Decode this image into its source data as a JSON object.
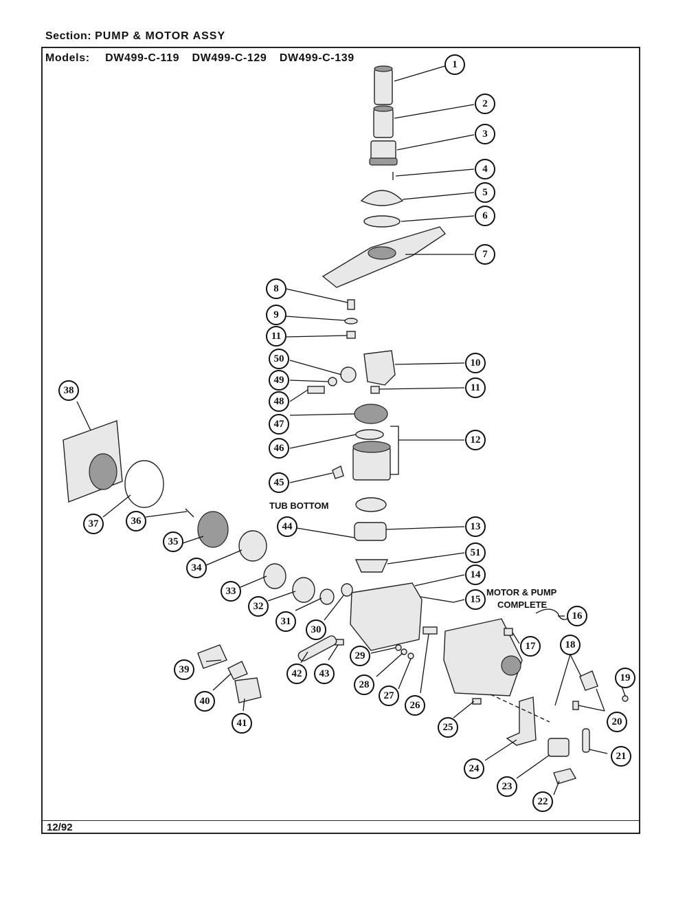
{
  "header": {
    "section_label": "Section:",
    "section_value": "PUMP & MOTOR ASSY",
    "models_label": "Models:",
    "models": [
      "DW499-C-119",
      "DW499-C-129",
      "DW499-C-139"
    ]
  },
  "labels": {
    "tub_bottom": "TUB BOTTOM",
    "motor_pump_line1": "MOTOR & PUMP",
    "motor_pump_line2": "COMPLETE"
  },
  "callouts": [
    "1",
    "2",
    "3",
    "4",
    "5",
    "6",
    "7",
    "8",
    "9",
    "11",
    "50",
    "10",
    "49",
    "11",
    "48",
    "47",
    "12",
    "46",
    "45",
    "38",
    "44",
    "13",
    "37",
    "36",
    "51",
    "35",
    "14",
    "34",
    "15",
    "33",
    "16",
    "32",
    "31",
    "30",
    "17",
    "18",
    "29",
    "19",
    "28",
    "27",
    "43",
    "42",
    "26",
    "20",
    "39",
    "40",
    "41",
    "25",
    "21",
    "24",
    "23",
    "22"
  ],
  "footer": {
    "date": "12/92"
  }
}
